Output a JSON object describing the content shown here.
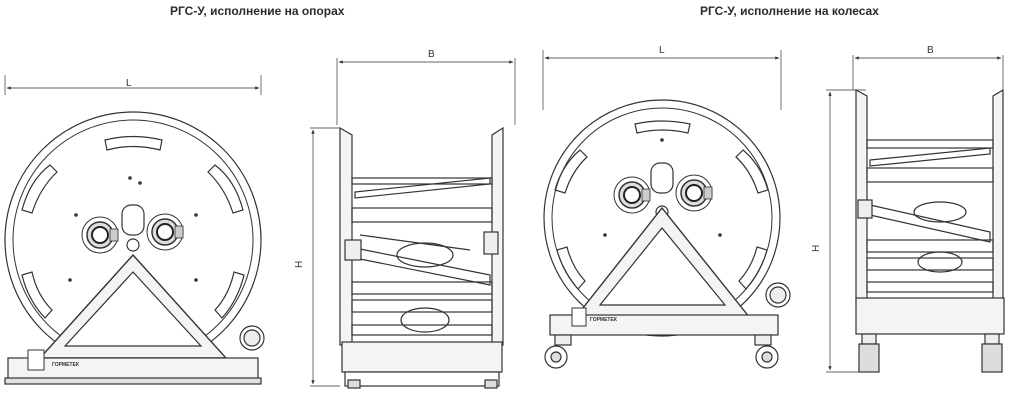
{
  "captions": {
    "left": "РГС-У, исполнение на опорах",
    "right": "РГС-У, исполнение на колесах"
  },
  "dimensions": {
    "length": "L",
    "width": "B",
    "height": "H"
  },
  "brand": "ГОРМЕТЕК",
  "colors": {
    "line": "#333333",
    "panel": "#f4f4f4",
    "dark": "#555555"
  }
}
